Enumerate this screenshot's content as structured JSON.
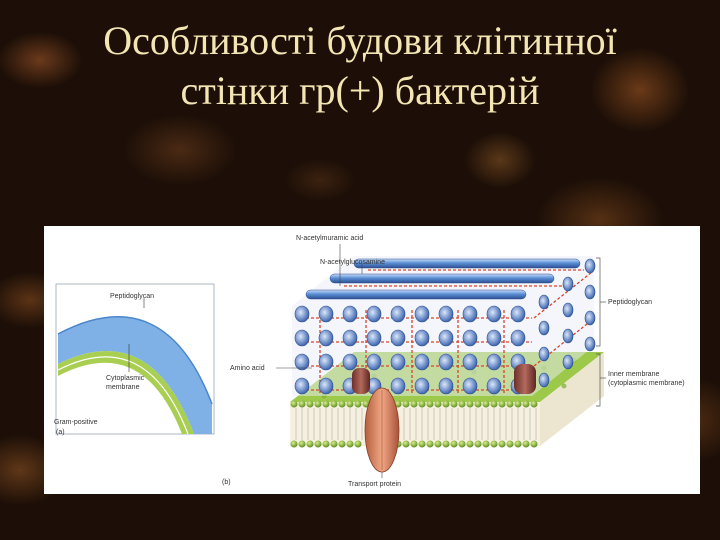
{
  "title": {
    "line1": "Особливості будови клітинної",
    "line2": "стінки гр(+) бактерій"
  },
  "panel_a": {
    "peptidoglycan": "Peptidoglycan",
    "cytoplasmic_membrane_1": "Cytoplasmic",
    "cytoplasmic_membrane_2": "membrane",
    "gram_positive": "Gram-positive",
    "panel_letter": "(a)"
  },
  "panel_b": {
    "n_acetylmuramic": "N-acetylmuramic acid",
    "n_acetylglucosamine": "N-acetylglucosamine",
    "peptidoglycan": "Peptidoglycan",
    "amino_acid": "Amino acid",
    "inner_membrane_1": "Inner membrane",
    "inner_membrane_2": "(cytoplasmic membrane)",
    "transport_protein": "Transport protein",
    "panel_letter": "(b)"
  },
  "colors": {
    "title": "#f3e6b3",
    "peptidoglycan_blue": "#5b8fd6",
    "crosslink_red": "#d9442b",
    "membrane_green": "#8ab83b",
    "protein": "#d98a6a"
  }
}
